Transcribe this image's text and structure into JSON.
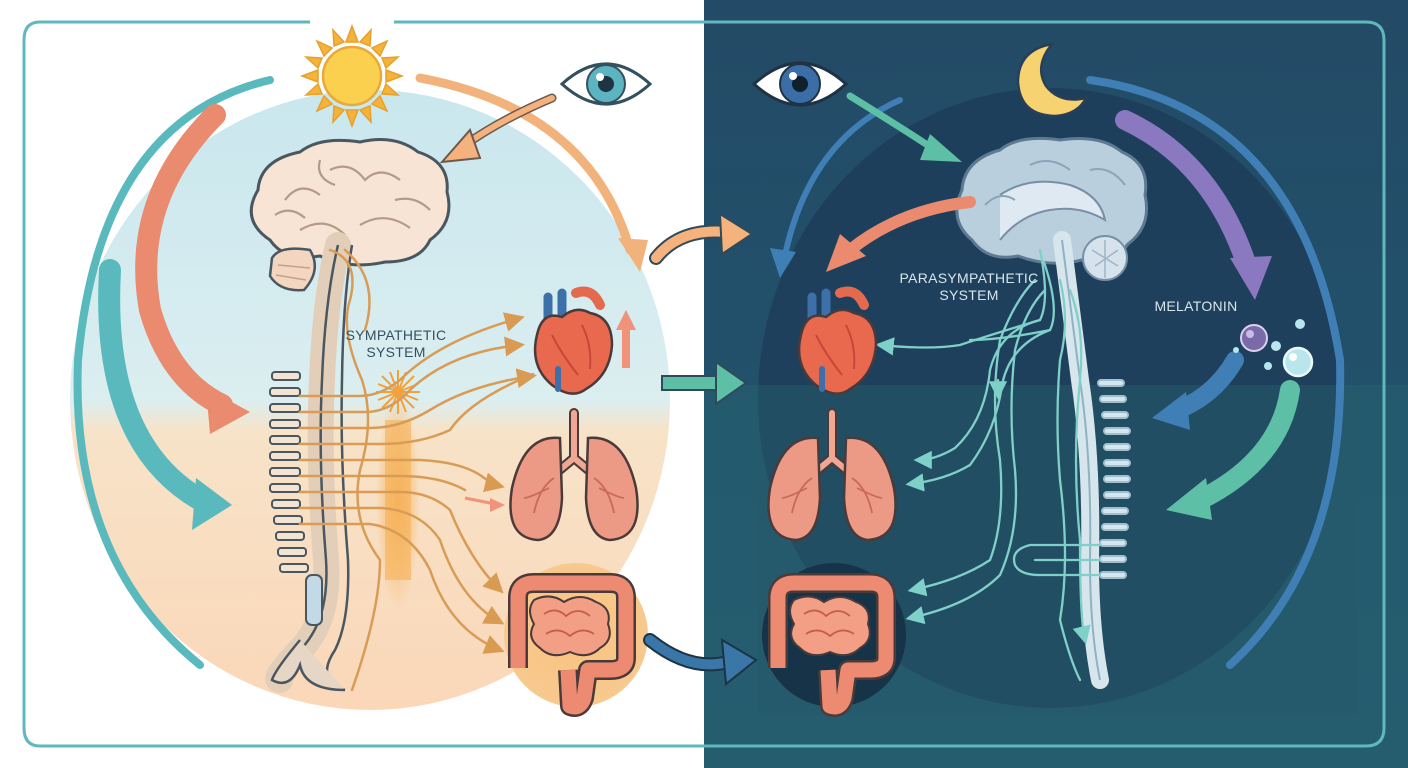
{
  "diagram": {
    "sympathetic_label": [
      "SYMPATHETIC",
      "SYSTEM"
    ],
    "parasympathetic_label": [
      "PARASYMPATHETIC",
      "SYSTEM"
    ],
    "melatonin_label": "MELATONIN",
    "icons": [
      "sun-icon",
      "moon-icon",
      "eye-icon",
      "brain-icon",
      "heart-icon",
      "lungs-icon",
      "intestines-icon",
      "spine-icon",
      "melatonin-bubbles-icon"
    ],
    "colors": {
      "day_sky": "#cfe9ef",
      "day_ground": "#fbdcc0",
      "night_background": "#23586f",
      "night_inner": "#1d3d59",
      "teal_arrow": "#5ab9bd",
      "coral_arrow": "#ea8a6e",
      "orange_nerve": "#e4a862",
      "purple_arrow": "#8a78c0",
      "blue_arrow": "#3f7fb5",
      "green_arrow": "#5cbfa6"
    }
  }
}
